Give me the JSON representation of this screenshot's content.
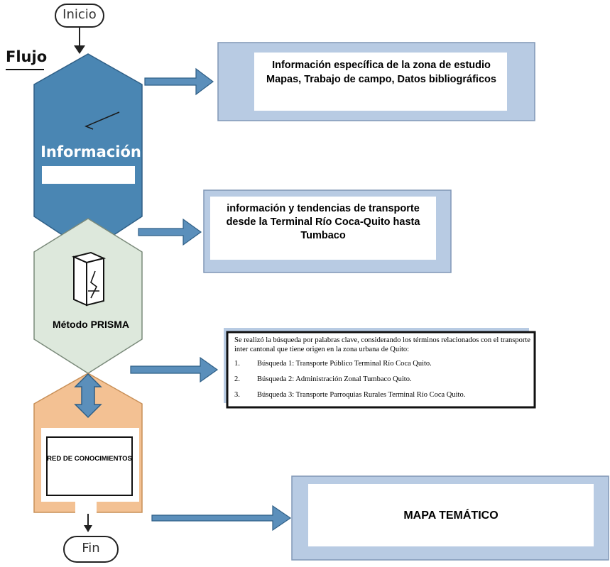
{
  "flow": {
    "start": "Inicio",
    "end": "Fin",
    "title": "Flujo"
  },
  "stages": {
    "informacion": "Información",
    "prisma": "Método PRISMA",
    "red": "RED DE CONOCIMIENTOS"
  },
  "boxes": {
    "info_especifica": "Información específica de la zona de estudio Mapas, Trabajo de campo, Datos bibliográficos",
    "tendencias": "información y tendencias de transporte desde la Terminal Río Coca-Quito hasta Tumbaco",
    "busqueda": {
      "intro": "Se realizó la búsqueda por palabras clave, considerando los términos relacionados con el transporte inter    cantonal que tiene origen en la zona urbana de Quito:",
      "items": [
        {
          "num": "1.",
          "text": "Búsqueda 1: Transporte Público     Terminal Río Coca Quito."
        },
        {
          "num": "2.",
          "text": "Búsqueda 2:     Administración Zonal Tumbaco Quito."
        },
        {
          "num": "3.",
          "text": "Búsqueda 3: Transporte Parroquias Rurales Terminal Río Coca Quito."
        }
      ]
    },
    "mapa": "MAPA TEMÁTICO"
  },
  "colors": {
    "info_blue": "#4a86b3",
    "prisma_green": "#dde8dc",
    "red_orange": "#f3c193",
    "arrow_blue": "#5b8fbb",
    "box_frame": "#b8cbe3"
  }
}
